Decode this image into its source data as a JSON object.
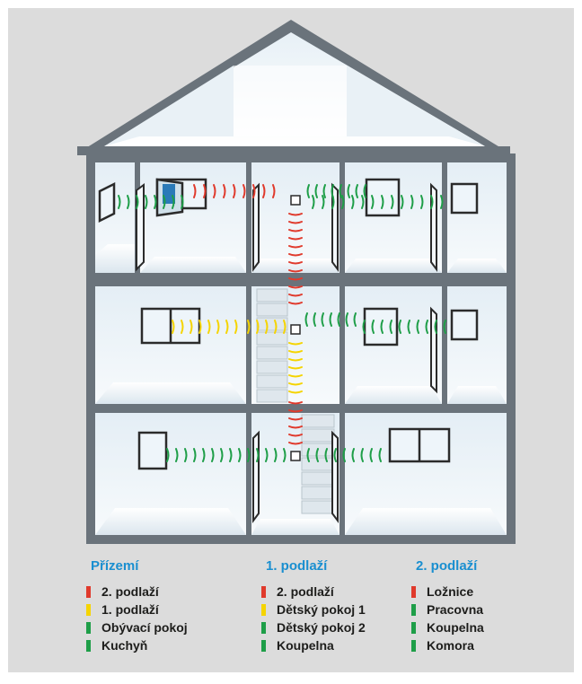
{
  "colors": {
    "background": "#dcdcdc",
    "title": "#1a8fd0",
    "red": "#e03a2c",
    "yellow": "#f5d400",
    "green": "#1e9e48"
  },
  "legend": [
    {
      "title": "Přízemí",
      "items": [
        {
          "label": "2. podlaží",
          "color": "red"
        },
        {
          "label": "1. podlaží",
          "color": "yellow"
        },
        {
          "label": "Obývací pokoj",
          "color": "green"
        },
        {
          "label": "Kuchyň",
          "color": "green"
        }
      ]
    },
    {
      "title": "1. podlaží",
      "items": [
        {
          "label": "2. podlaží",
          "color": "red"
        },
        {
          "label": "Dětský pokoj 1",
          "color": "yellow"
        },
        {
          "label": "Dětský pokoj 2",
          "color": "green"
        },
        {
          "label": "Koupelna",
          "color": "green"
        }
      ]
    },
    {
      "title": "2. podlaží",
      "items": [
        {
          "label": "Ložnice",
          "color": "red"
        },
        {
          "label": "Pracovna",
          "color": "green"
        },
        {
          "label": "Koupelna",
          "color": "green"
        },
        {
          "label": "Komora",
          "color": "green"
        }
      ]
    }
  ]
}
